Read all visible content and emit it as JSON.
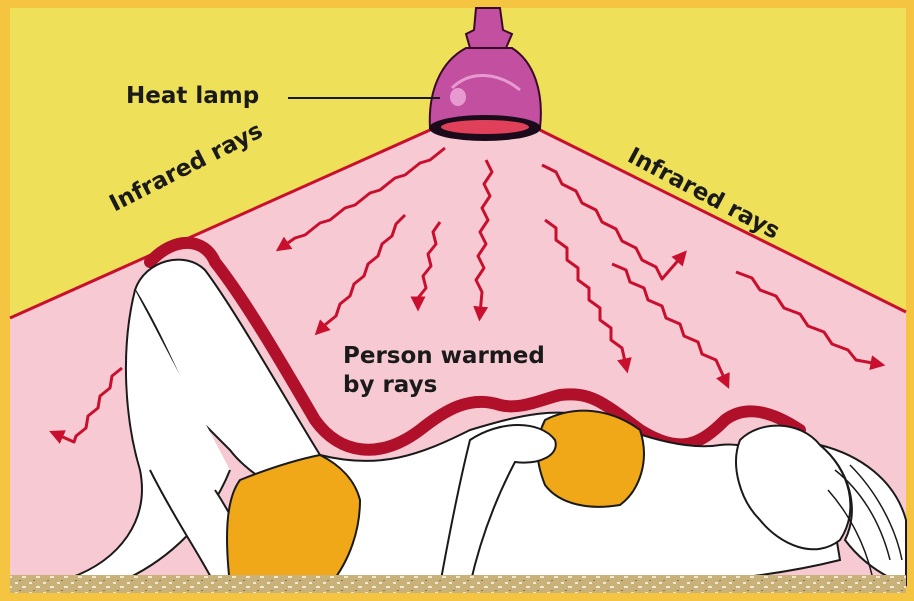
{
  "labels": {
    "heat_lamp": "Heat lamp",
    "infrared_left": "Infrared rays",
    "infrared_right": "Infrared rays",
    "person_line1": "Person warmed",
    "person_line2": "by rays"
  },
  "colors": {
    "frame": "#f5c542",
    "background": "#efe05a",
    "ray_region": "#f7c9d2",
    "ray": "#c8102e",
    "lamp": "#c24fa0",
    "body_outline": "#b0102a",
    "swimsuit": "#f0a818",
    "floor": "#c9b27a"
  },
  "icons": [
    "heat-lamp-icon",
    "ray-arrow-icon",
    "person-figure-icon",
    "floor-texture-icon"
  ]
}
